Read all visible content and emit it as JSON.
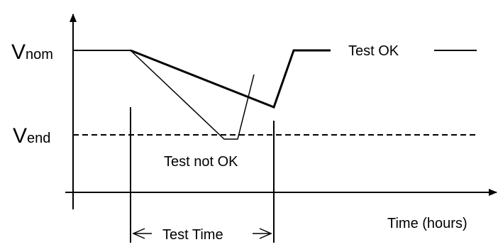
{
  "diagram": {
    "y_labels": {
      "vnom_main": "V",
      "vnom_sub": "nom",
      "vend_main": "V",
      "vend_sub": "end"
    },
    "x_axis_label": "Time (hours)",
    "annotations": {
      "test_ok": "Test OK",
      "test_not_ok": "Test not OK",
      "test_time": "Test Time"
    },
    "colors": {
      "line": "#000000",
      "background": "#ffffff"
    }
  }
}
